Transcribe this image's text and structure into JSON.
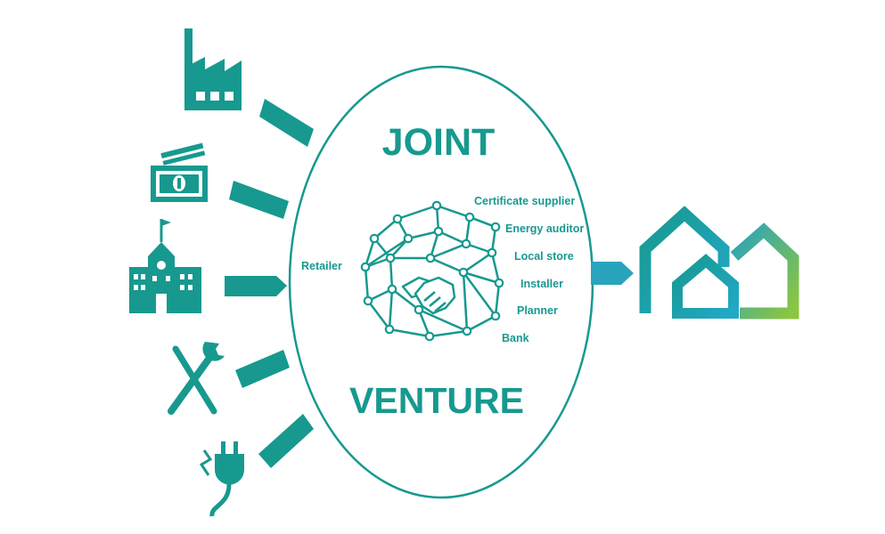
{
  "colors": {
    "teal": "#17998f",
    "arrow_out": "#2aa3bd",
    "house_left_gradient": [
      "#17998f",
      "#20a8c8"
    ],
    "house_right_gradient": [
      "#2aa3bd",
      "#8cc63f"
    ]
  },
  "title": {
    "line1": "JOINT",
    "line2": "VENTURE"
  },
  "left_role": "Retailer",
  "roles": [
    "Certificate supplier",
    "Energy auditor",
    "Local store",
    "Installer",
    "Planner",
    "Bank"
  ],
  "icons": {
    "inputs": [
      "factory-icon",
      "money-icon",
      "school-building-icon",
      "tools-icon",
      "power-plug-icon"
    ],
    "center": "network-handshake-icon",
    "output": "houses-icon"
  }
}
